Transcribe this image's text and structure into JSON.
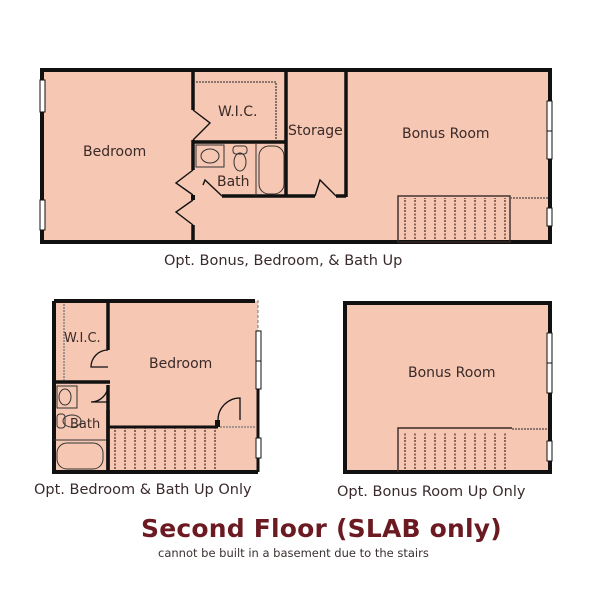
{
  "colors": {
    "room_fill": "#f6c7b3",
    "wall": "#111111",
    "title": "#6b1a22",
    "text": "#3a2a28"
  },
  "plans": [
    {
      "id": "bonus-bedroom-bath",
      "caption": "Opt. Bonus, Bedroom, & Bath Up",
      "rooms": [
        "Bedroom",
        "W.I.C.",
        "Bath",
        "Storage",
        "Bonus Room"
      ]
    },
    {
      "id": "bedroom-bath",
      "caption": "Opt. Bedroom & Bath Up Only",
      "rooms": [
        "W.I.C.",
        "Bedroom",
        "Bath"
      ]
    },
    {
      "id": "bonus-only",
      "caption": "Opt. Bonus Room Up Only",
      "rooms": [
        "Bonus Room"
      ]
    }
  ],
  "title": "Second Floor (SLAB only)",
  "subtitle": "cannot be built in a basement due to the stairs"
}
